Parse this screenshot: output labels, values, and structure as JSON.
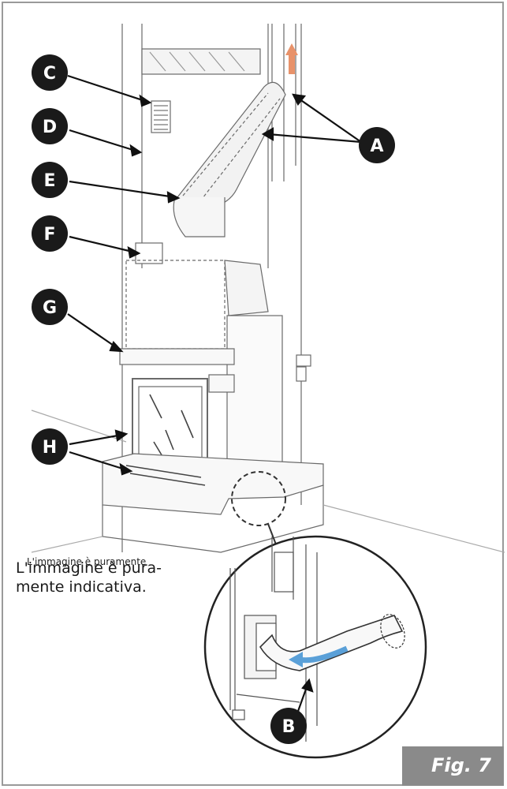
{
  "callouts": {
    "A": "A",
    "B": "B",
    "C": "C",
    "D": "D",
    "E": "E",
    "F": "F",
    "G": "G",
    "H": "H"
  },
  "caption": {
    "text_line1": "L'immagine è pura-",
    "text_line2": "mente indicativa.",
    "overlap_text": "L'immagine è puramente"
  },
  "figure_label": "Fig. 7",
  "colors": {
    "callout_fill": "#1a1a1a",
    "arrow_up": "#e8926a",
    "airflow_arrow": "#5aa0d8",
    "figure_label_bg": "#8a8a8a"
  }
}
